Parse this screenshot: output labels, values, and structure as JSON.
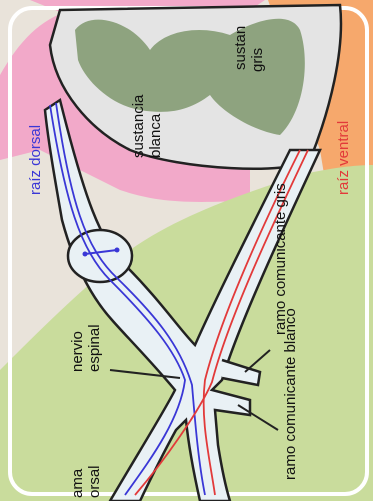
{
  "colors": {
    "background": "#e9e3da",
    "pink": "#f2a9c9",
    "orange": "#f6a86c",
    "green": "#c9dc9c",
    "nerve_fill": "#e9f1f5",
    "spinal_cord": "#e4e4e4",
    "gray_matter": "#8ea37f",
    "frame": "#ffffff",
    "sensory": "#3a37d6",
    "motor": "#e23a3a"
  },
  "labels": {
    "dorsal_root": "raíz dorsal",
    "ventral_root": "raíz ventral",
    "white_matter_1": "sustancia",
    "white_matter_2": "blanca",
    "gray_matter_1": "sustan",
    "gray_matter_2": "gris",
    "gray_ramus": "ramo comunicante gris",
    "white_ramus": "ramo comunicante blanco",
    "spinal_nerve_1": "nervio",
    "spinal_nerve_2": "espinal",
    "dorsal_ramus_1": "ama",
    "dorsal_ramus_2": "orsal"
  }
}
